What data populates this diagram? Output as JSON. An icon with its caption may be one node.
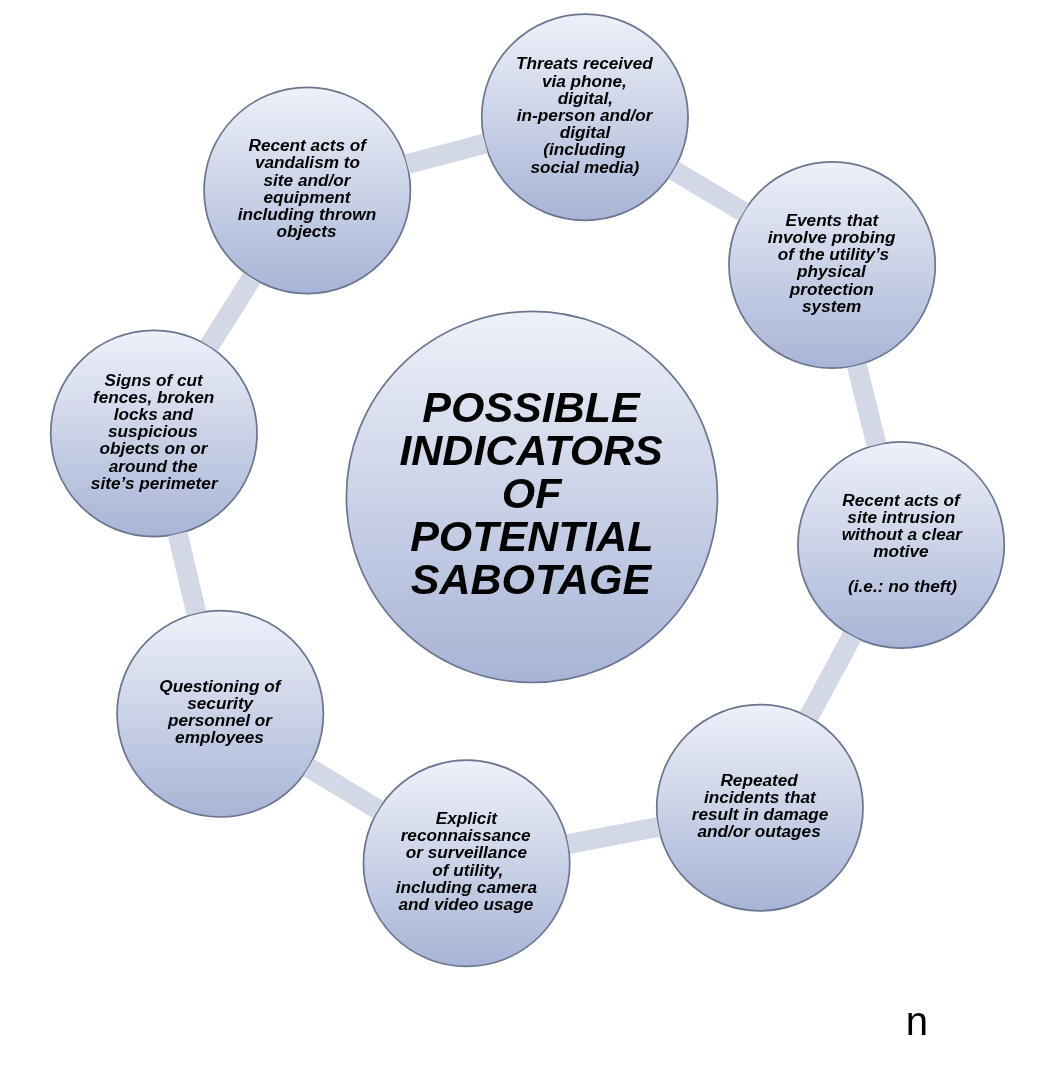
{
  "diagram": {
    "nodes": [
      {
        "text": [
          "POSSIBLE INDICATORS OF POTENTIAL SABOTAGE"
        ]
      },
      {
        "text": [
          "Recent acts of site intrusion without a clear motive",
          "(i.e.: no theft)"
        ]
      },
      {
        "text": [
          "Events that involve probing of the utility’s physical protection system"
        ]
      },
      {
        "text": [
          "Threats received via phone, digital, in-person and/or digital (including social media)"
        ]
      },
      {
        "text": [
          "Recent acts of vandalism to site and/or equipment including thrown objects"
        ]
      },
      {
        "text": [
          "Signs of cut fences, broken locks and suspicious objects on or around the site’s perimeter"
        ]
      },
      {
        "text": [
          "Questioning of security personnel or employees"
        ]
      },
      {
        "text": [
          "Explicit reconnaissance or surveillance of utility, including camera and video usage"
        ]
      },
      {
        "text": [
          "Repeated incidents that result in damage and/or outages"
        ]
      }
    ],
    "edges": [
      {
        "from": 1,
        "to": 2,
        "arrow": "none"
      },
      {
        "from": 2,
        "to": 3,
        "arrow": "none"
      },
      {
        "from": 3,
        "to": 4,
        "arrow": "none"
      },
      {
        "from": 4,
        "to": 5,
        "arrow": "none"
      },
      {
        "from": 5,
        "to": 6,
        "arrow": "none"
      },
      {
        "from": 6,
        "to": 7,
        "arrow": "none"
      },
      {
        "from": 7,
        "to": 8,
        "arrow": "none"
      },
      {
        "from": 8,
        "to": 1,
        "arrow": "none"
      }
    ],
    "labels": [
      "n"
    ]
  }
}
